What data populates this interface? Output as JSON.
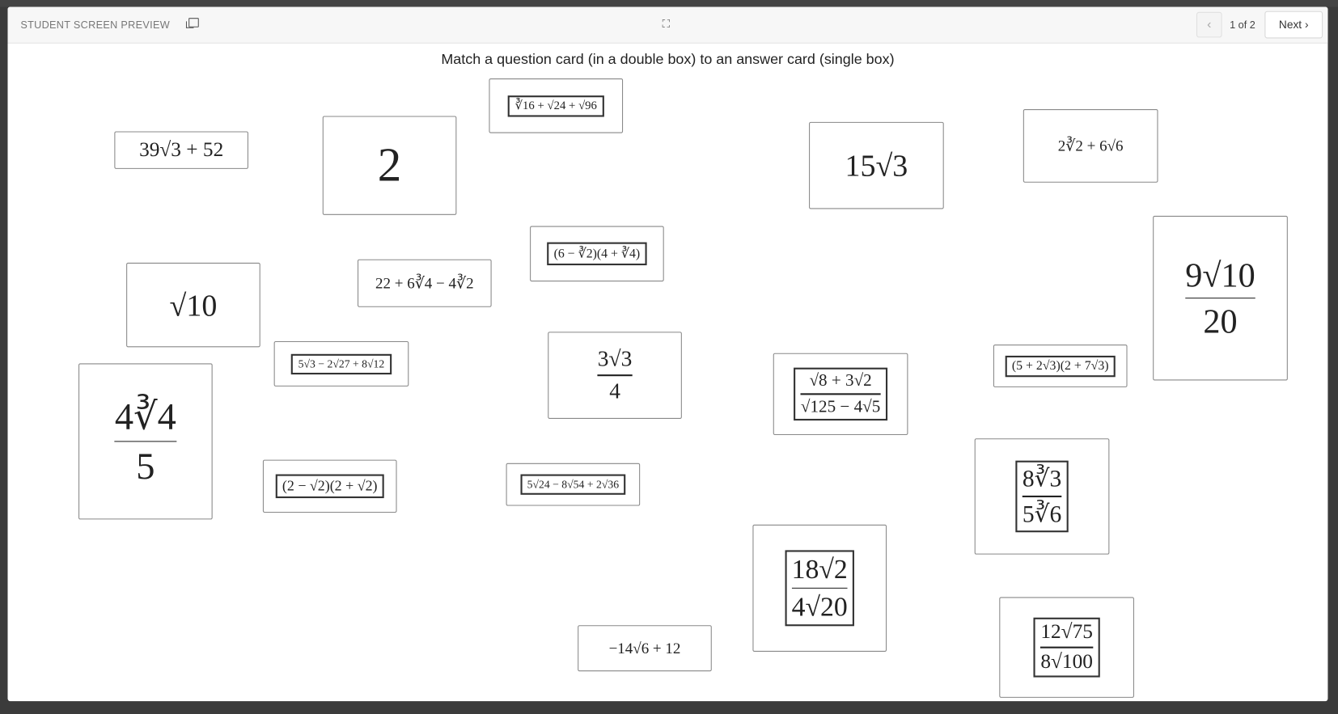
{
  "header": {
    "title": "STUDENT SCREEN PREVIEW",
    "pager": "1 of 2",
    "next_label": "Next"
  },
  "prompt": "Match a question card (in a double box) to an answer card (single box)",
  "cards": [
    {
      "type": "answer",
      "text": "39√3 + 52"
    },
    {
      "type": "answer",
      "text": "2"
    },
    {
      "type": "question",
      "text": "∛16 + √24 + √96"
    },
    {
      "type": "answer",
      "text": "15√3"
    },
    {
      "type": "answer",
      "text": "2∛2 + 6√6"
    },
    {
      "type": "question",
      "text": "(6 − ∛2)(4 + ∛4)"
    },
    {
      "type": "answer",
      "num": "9√10",
      "den": "20"
    },
    {
      "type": "answer",
      "text": "√10"
    },
    {
      "type": "answer",
      "text": "22 + 6∛4 − 4∛2"
    },
    {
      "type": "question",
      "text": "5√3 − 2√27 + 8√12"
    },
    {
      "type": "answer",
      "num": "3√3",
      "den": "4"
    },
    {
      "type": "question",
      "num": "√8 + 3√2",
      "den": "√125 − 4√5"
    },
    {
      "type": "question",
      "text": "(5 + 2√3)(2 + 7√3)"
    },
    {
      "type": "answer",
      "num": "4∛4",
      "den": "5"
    },
    {
      "type": "question",
      "text": "(2 − √2)(2 + √2)"
    },
    {
      "type": "question",
      "text": "5√24 − 8√54 + 2√36"
    },
    {
      "type": "question",
      "num": "8∛3",
      "den": "5∛6"
    },
    {
      "type": "question",
      "num": "18√2",
      "den": "4√20"
    },
    {
      "type": "question",
      "num": "12√75",
      "den": "8√100"
    },
    {
      "type": "answer",
      "text": "−14√6 + 12"
    }
  ]
}
